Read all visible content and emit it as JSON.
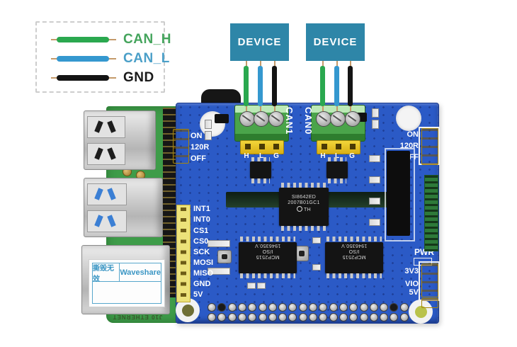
{
  "legend": {
    "items": [
      {
        "label": "CAN_H",
        "color": "#2aa84f"
      },
      {
        "label": "CAN_L",
        "color": "#3598cf"
      },
      {
        "label": "GND",
        "color": "#141414"
      }
    ]
  },
  "devices": [
    {
      "label": "DEVICE"
    },
    {
      "label": "DEVICE"
    }
  ],
  "hat": {
    "can_ports": [
      {
        "name": "CAN1",
        "pin_labels": [
          "H",
          "L",
          "G"
        ]
      },
      {
        "name": "CAN0",
        "pin_labels": [
          "H",
          "L",
          "G"
        ]
      }
    ],
    "termination_jumpers": {
      "left": [
        "ON",
        "120R",
        "OFF"
      ],
      "right": [
        "ON",
        "120R",
        "OFF"
      ]
    },
    "left_header_labels": [
      "INT1",
      "INT0",
      "CS1",
      "CS0",
      "SCK",
      "MOSI",
      "MISO",
      "GND",
      "5V"
    ],
    "power": {
      "title": "PWR",
      "labels": [
        "3V3",
        "VIO",
        "5V"
      ]
    },
    "chips": {
      "isolator": {
        "line1": "SI8642ED",
        "line2": "2007B01GC1",
        "line3": "TH"
      },
      "can_controller_1": {
        "line1": "MCP2515",
        "line2": "I/SO",
        "line3": "1946350.V"
      },
      "can_controller_2": {
        "line1": "MCP2515",
        "line2": "I/SO",
        "line3": "1946350.V"
      }
    }
  },
  "pi": {
    "ethernet_sticker": {
      "text_cn": "撕毁无效",
      "brand": "Waveshare"
    },
    "silkscreen": "J10 ETHERNET"
  },
  "colors": {
    "hat_blue": "#2b5ac6",
    "device_teal": "#2e86a8",
    "pi_green": "#3e9c49",
    "jumper_yellow": "#f0cf25",
    "terminal_green": "#46a046",
    "wire_lead": "#c49a6a"
  }
}
